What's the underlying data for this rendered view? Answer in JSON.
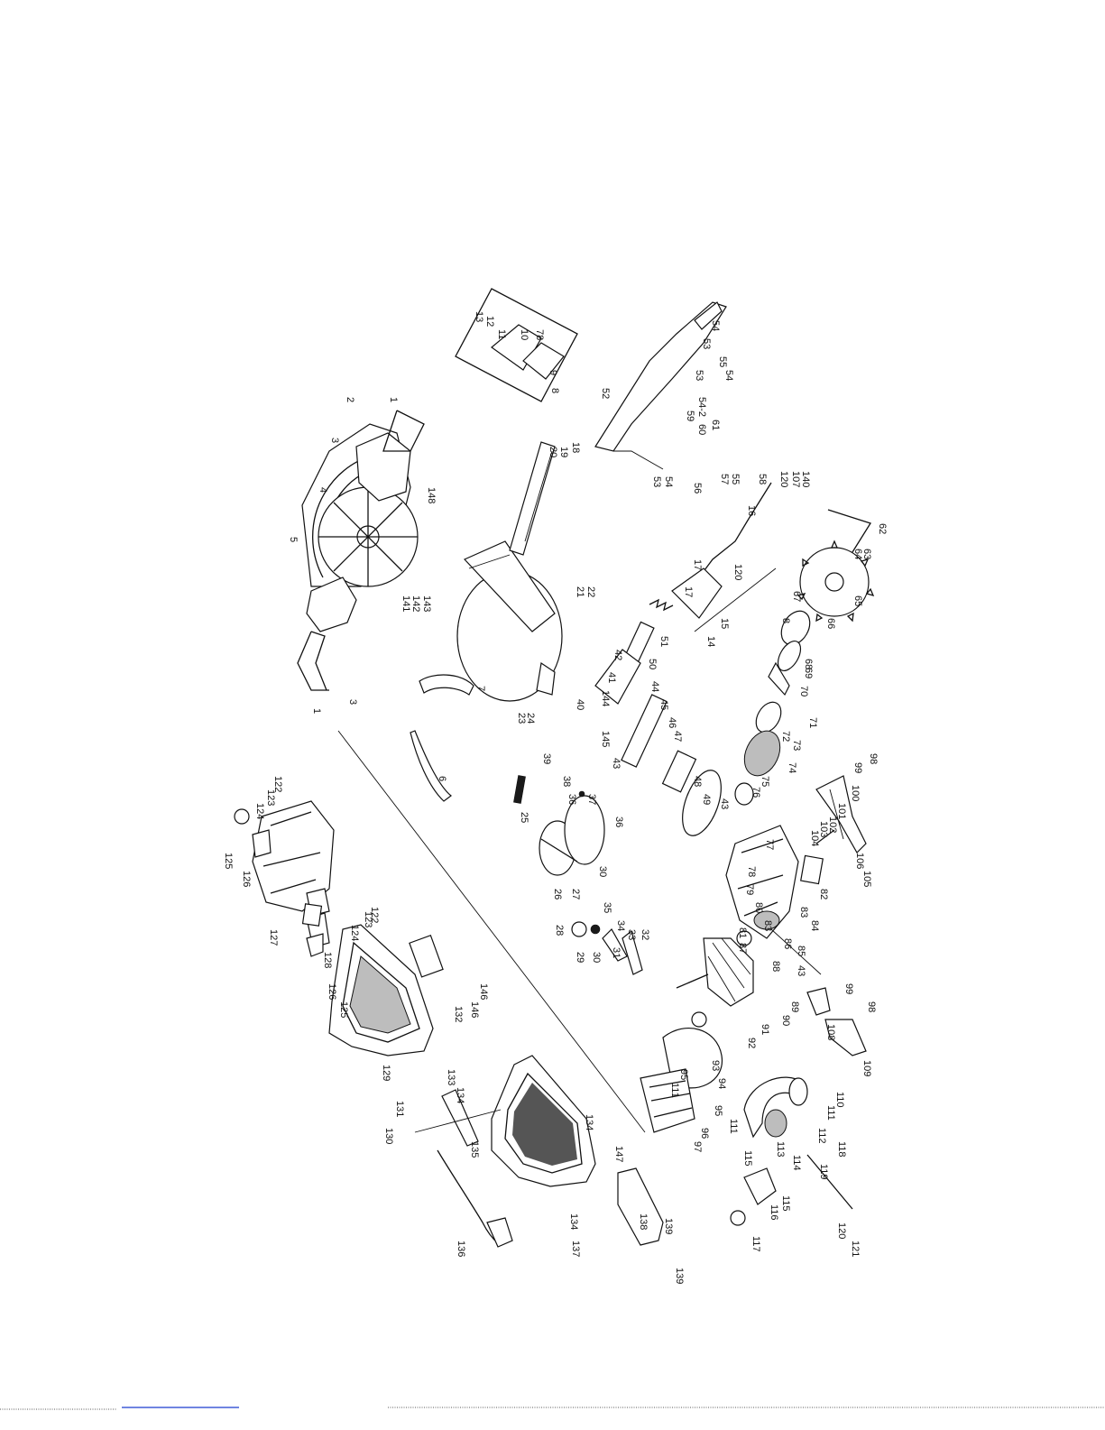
{
  "diagram": {
    "labels": [
      {
        "key": "l1a",
        "text": "1"
      },
      {
        "key": "l2",
        "text": "2"
      },
      {
        "key": "l3a",
        "text": "3"
      },
      {
        "key": "l4",
        "text": "4"
      },
      {
        "key": "l5",
        "text": "5"
      },
      {
        "key": "l3b",
        "text": "3"
      },
      {
        "key": "l1b",
        "text": "1"
      },
      {
        "key": "l7",
        "text": "7"
      },
      {
        "key": "l6",
        "text": "6"
      },
      {
        "key": "l148",
        "text": "148"
      },
      {
        "key": "l141",
        "text": "141"
      },
      {
        "key": "l142",
        "text": "142"
      },
      {
        "key": "l143",
        "text": "143"
      },
      {
        "key": "l21",
        "text": "21"
      },
      {
        "key": "l22",
        "text": "22"
      },
      {
        "key": "l23",
        "text": "23"
      },
      {
        "key": "l24",
        "text": "24"
      },
      {
        "key": "l18",
        "text": "18"
      },
      {
        "key": "l19",
        "text": "19"
      },
      {
        "key": "l20",
        "text": "20"
      },
      {
        "key": "l13",
        "text": "13"
      },
      {
        "key": "l12",
        "text": "12"
      },
      {
        "key": "l11",
        "text": "11"
      },
      {
        "key": "l10",
        "text": "10"
      },
      {
        "key": "l78",
        "text": "78"
      },
      {
        "key": "l9",
        "text": "9"
      },
      {
        "key": "l8a",
        "text": "8"
      },
      {
        "key": "l52",
        "text": "52"
      },
      {
        "key": "l54a",
        "text": "54"
      },
      {
        "key": "l53a",
        "text": "53"
      },
      {
        "key": "l55a",
        "text": "55"
      },
      {
        "key": "l54b",
        "text": "54"
      },
      {
        "key": "l53b",
        "text": "53"
      },
      {
        "key": "l542",
        "text": "54-2"
      },
      {
        "key": "l59",
        "text": "59"
      },
      {
        "key": "l60",
        "text": "60"
      },
      {
        "key": "l61",
        "text": "61"
      },
      {
        "key": "l53c",
        "text": "53"
      },
      {
        "key": "l54c",
        "text": "54"
      },
      {
        "key": "l56",
        "text": "56"
      },
      {
        "key": "l57",
        "text": "57"
      },
      {
        "key": "l55b",
        "text": "55"
      },
      {
        "key": "l58",
        "text": "58"
      },
      {
        "key": "l120a",
        "text": "120"
      },
      {
        "key": "l107",
        "text": "107"
      },
      {
        "key": "l140",
        "text": "140"
      },
      {
        "key": "l16",
        "text": "16"
      },
      {
        "key": "l120b",
        "text": "120"
      },
      {
        "key": "l17a",
        "text": "17"
      },
      {
        "key": "l17b",
        "text": "17"
      },
      {
        "key": "l15",
        "text": "15"
      },
      {
        "key": "l14",
        "text": "14"
      },
      {
        "key": "l51",
        "text": "51"
      },
      {
        "key": "l50",
        "text": "50"
      },
      {
        "key": "l62",
        "text": "62"
      },
      {
        "key": "l63",
        "text": "63"
      },
      {
        "key": "l64",
        "text": "64"
      },
      {
        "key": "l65",
        "text": "65"
      },
      {
        "key": "l67",
        "text": "67"
      },
      {
        "key": "l8b",
        "text": "8"
      },
      {
        "key": "l66",
        "text": "66"
      },
      {
        "key": "l68",
        "text": "68"
      },
      {
        "key": "l69",
        "text": "69"
      },
      {
        "key": "l70",
        "text": "70"
      },
      {
        "key": "l71",
        "text": "71"
      },
      {
        "key": "l72",
        "text": "72"
      },
      {
        "key": "l73",
        "text": "73"
      },
      {
        "key": "l74",
        "text": "74"
      },
      {
        "key": "l75",
        "text": "75"
      },
      {
        "key": "l76",
        "text": "76"
      },
      {
        "key": "l42",
        "text": "42"
      },
      {
        "key": "l41",
        "text": "41"
      },
      {
        "key": "l44",
        "text": "44"
      },
      {
        "key": "l45",
        "text": "45"
      },
      {
        "key": "l46",
        "text": "46"
      },
      {
        "key": "l144",
        "text": "144"
      },
      {
        "key": "l40",
        "text": "40"
      },
      {
        "key": "l145",
        "text": "145"
      },
      {
        "key": "l43a",
        "text": "43"
      },
      {
        "key": "l47",
        "text": "47"
      },
      {
        "key": "l48",
        "text": "48"
      },
      {
        "key": "l49",
        "text": "49"
      },
      {
        "key": "l43b",
        "text": "43"
      },
      {
        "key": "l39",
        "text": "39"
      },
      {
        "key": "l38",
        "text": "38"
      },
      {
        "key": "l36a",
        "text": "36"
      },
      {
        "key": "l37",
        "text": "37"
      },
      {
        "key": "l36b",
        "text": "36"
      },
      {
        "key": "l25",
        "text": "25"
      },
      {
        "key": "l26",
        "text": "26"
      },
      {
        "key": "l27",
        "text": "27"
      },
      {
        "key": "l30a",
        "text": "30"
      },
      {
        "key": "l28",
        "text": "28"
      },
      {
        "key": "l29",
        "text": "29"
      },
      {
        "key": "l30b",
        "text": "30"
      },
      {
        "key": "l31",
        "text": "31"
      },
      {
        "key": "l35",
        "text": "35"
      },
      {
        "key": "l34",
        "text": "34"
      },
      {
        "key": "l33",
        "text": "33"
      },
      {
        "key": "l32",
        "text": "32"
      },
      {
        "key": "l98a",
        "text": "98"
      },
      {
        "key": "l99a",
        "text": "99"
      },
      {
        "key": "l100",
        "text": "100"
      },
      {
        "key": "l101",
        "text": "101"
      },
      {
        "key": "l102",
        "text": "102"
      },
      {
        "key": "l103",
        "text": "103"
      },
      {
        "key": "l104",
        "text": "104"
      },
      {
        "key": "l105",
        "text": "105"
      },
      {
        "key": "l77",
        "text": "77"
      },
      {
        "key": "l106",
        "text": "106"
      },
      {
        "key": "l78b",
        "text": "78"
      },
      {
        "key": "l79",
        "text": "79"
      },
      {
        "key": "l80",
        "text": "80"
      },
      {
        "key": "l83a",
        "text": "83"
      },
      {
        "key": "l82",
        "text": "82"
      },
      {
        "key": "l83b",
        "text": "83"
      },
      {
        "key": "l84",
        "text": "84"
      },
      {
        "key": "l81",
        "text": "81"
      },
      {
        "key": "l86",
        "text": "86"
      },
      {
        "key": "l85",
        "text": "85"
      },
      {
        "key": "l87",
        "text": "87"
      },
      {
        "key": "l88",
        "text": "88"
      },
      {
        "key": "l43c",
        "text": "43"
      },
      {
        "key": "l89",
        "text": "89"
      },
      {
        "key": "l90",
        "text": "90"
      },
      {
        "key": "l91",
        "text": "91"
      },
      {
        "key": "l92",
        "text": "92"
      },
      {
        "key": "l99b",
        "text": "99"
      },
      {
        "key": "l98b",
        "text": "98"
      },
      {
        "key": "l108",
        "text": "108"
      },
      {
        "key": "l109",
        "text": "109"
      },
      {
        "key": "l93",
        "text": "93"
      },
      {
        "key": "l94",
        "text": "94"
      },
      {
        "key": "l95a",
        "text": "95"
      },
      {
        "key": "l111a",
        "text": "111"
      },
      {
        "key": "l95b",
        "text": "95"
      },
      {
        "key": "l111b",
        "text": "111"
      },
      {
        "key": "l96",
        "text": "96"
      },
      {
        "key": "l97",
        "text": "97"
      },
      {
        "key": "l110",
        "text": "110"
      },
      {
        "key": "l111c",
        "text": "111"
      },
      {
        "key": "l112",
        "text": "112"
      },
      {
        "key": "l113",
        "text": "113"
      },
      {
        "key": "l114",
        "text": "114"
      },
      {
        "key": "l115a",
        "text": "115"
      },
      {
        "key": "l118",
        "text": "118"
      },
      {
        "key": "l119",
        "text": "119"
      },
      {
        "key": "l115b",
        "text": "115"
      },
      {
        "key": "l116",
        "text": "116"
      },
      {
        "key": "l117",
        "text": "117"
      },
      {
        "key": "l120c",
        "text": "120"
      },
      {
        "key": "l121",
        "text": "121"
      },
      {
        "key": "l122a",
        "text": "122"
      },
      {
        "key": "l123a",
        "text": "123"
      },
      {
        "key": "l124a",
        "text": "124"
      },
      {
        "key": "l125a",
        "text": "125"
      },
      {
        "key": "l126a",
        "text": "126"
      },
      {
        "key": "l127",
        "text": "127"
      },
      {
        "key": "l122b",
        "text": "122"
      },
      {
        "key": "l123b",
        "text": "123"
      },
      {
        "key": "l124b",
        "text": "124"
      },
      {
        "key": "l128",
        "text": "128"
      },
      {
        "key": "l126b",
        "text": "126"
      },
      {
        "key": "l125b",
        "text": "125"
      },
      {
        "key": "l146a",
        "text": "146"
      },
      {
        "key": "l146b",
        "text": "146"
      },
      {
        "key": "l132",
        "text": "132"
      },
      {
        "key": "l129",
        "text": "129"
      },
      {
        "key": "l133",
        "text": "133"
      },
      {
        "key": "l134a",
        "text": "134"
      },
      {
        "key": "l131",
        "text": "131"
      },
      {
        "key": "l130",
        "text": "130"
      },
      {
        "key": "l135",
        "text": "135"
      },
      {
        "key": "l134b",
        "text": "134"
      },
      {
        "key": "l147",
        "text": "147"
      },
      {
        "key": "l136",
        "text": "136"
      },
      {
        "key": "l134c",
        "text": "134"
      },
      {
        "key": "l137",
        "text": "137"
      },
      {
        "key": "l138",
        "text": "138"
      },
      {
        "key": "l139a",
        "text": "139"
      },
      {
        "key": "l139b",
        "text": "139"
      }
    ]
  }
}
